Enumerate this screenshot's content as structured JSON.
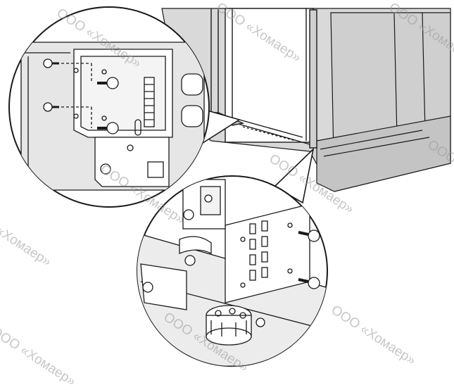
{
  "watermark": {
    "text": "ООО «Хомаер»",
    "color": "#9a9a9a"
  },
  "palette": {
    "line": "#1a1a1a",
    "cabinet_fill": "#d9d9d9",
    "cabinet_side": "#c4c4c4",
    "panel_fill": "#e6e6e6",
    "background": "#ffffff"
  },
  "callouts": [
    {
      "name": "upper-left-detail",
      "subject": "door bracket screws"
    },
    {
      "name": "lower-right-detail",
      "subject": "hinge and adjustable foot"
    }
  ]
}
